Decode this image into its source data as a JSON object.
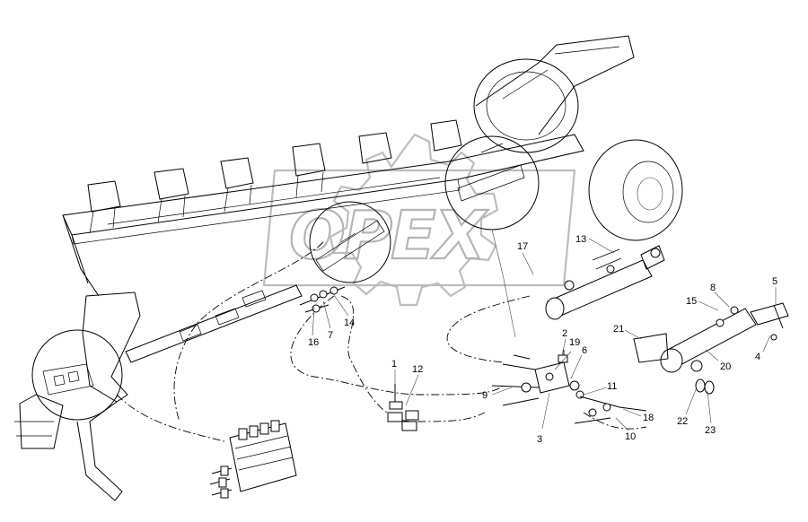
{
  "watermark": {
    "text": "OPEX"
  },
  "callouts": [
    {
      "id": "1",
      "label": "1"
    },
    {
      "id": "2",
      "label": "2"
    },
    {
      "id": "3",
      "label": "3"
    },
    {
      "id": "4",
      "label": "4"
    },
    {
      "id": "5",
      "label": "5"
    },
    {
      "id": "6",
      "label": "6"
    },
    {
      "id": "7",
      "label": "7"
    },
    {
      "id": "8",
      "label": "8"
    },
    {
      "id": "9",
      "label": "9"
    },
    {
      "id": "10",
      "label": "10"
    },
    {
      "id": "11",
      "label": "11"
    },
    {
      "id": "12",
      "label": "12"
    },
    {
      "id": "13",
      "label": "13"
    },
    {
      "id": "14",
      "label": "14"
    },
    {
      "id": "15",
      "label": "15"
    },
    {
      "id": "16",
      "label": "16"
    },
    {
      "id": "17",
      "label": "17"
    },
    {
      "id": "18",
      "label": "18"
    },
    {
      "id": "19",
      "label": "19"
    },
    {
      "id": "20",
      "label": "20"
    },
    {
      "id": "21",
      "label": "21"
    },
    {
      "id": "22",
      "label": "22"
    },
    {
      "id": "23",
      "label": "23"
    }
  ]
}
